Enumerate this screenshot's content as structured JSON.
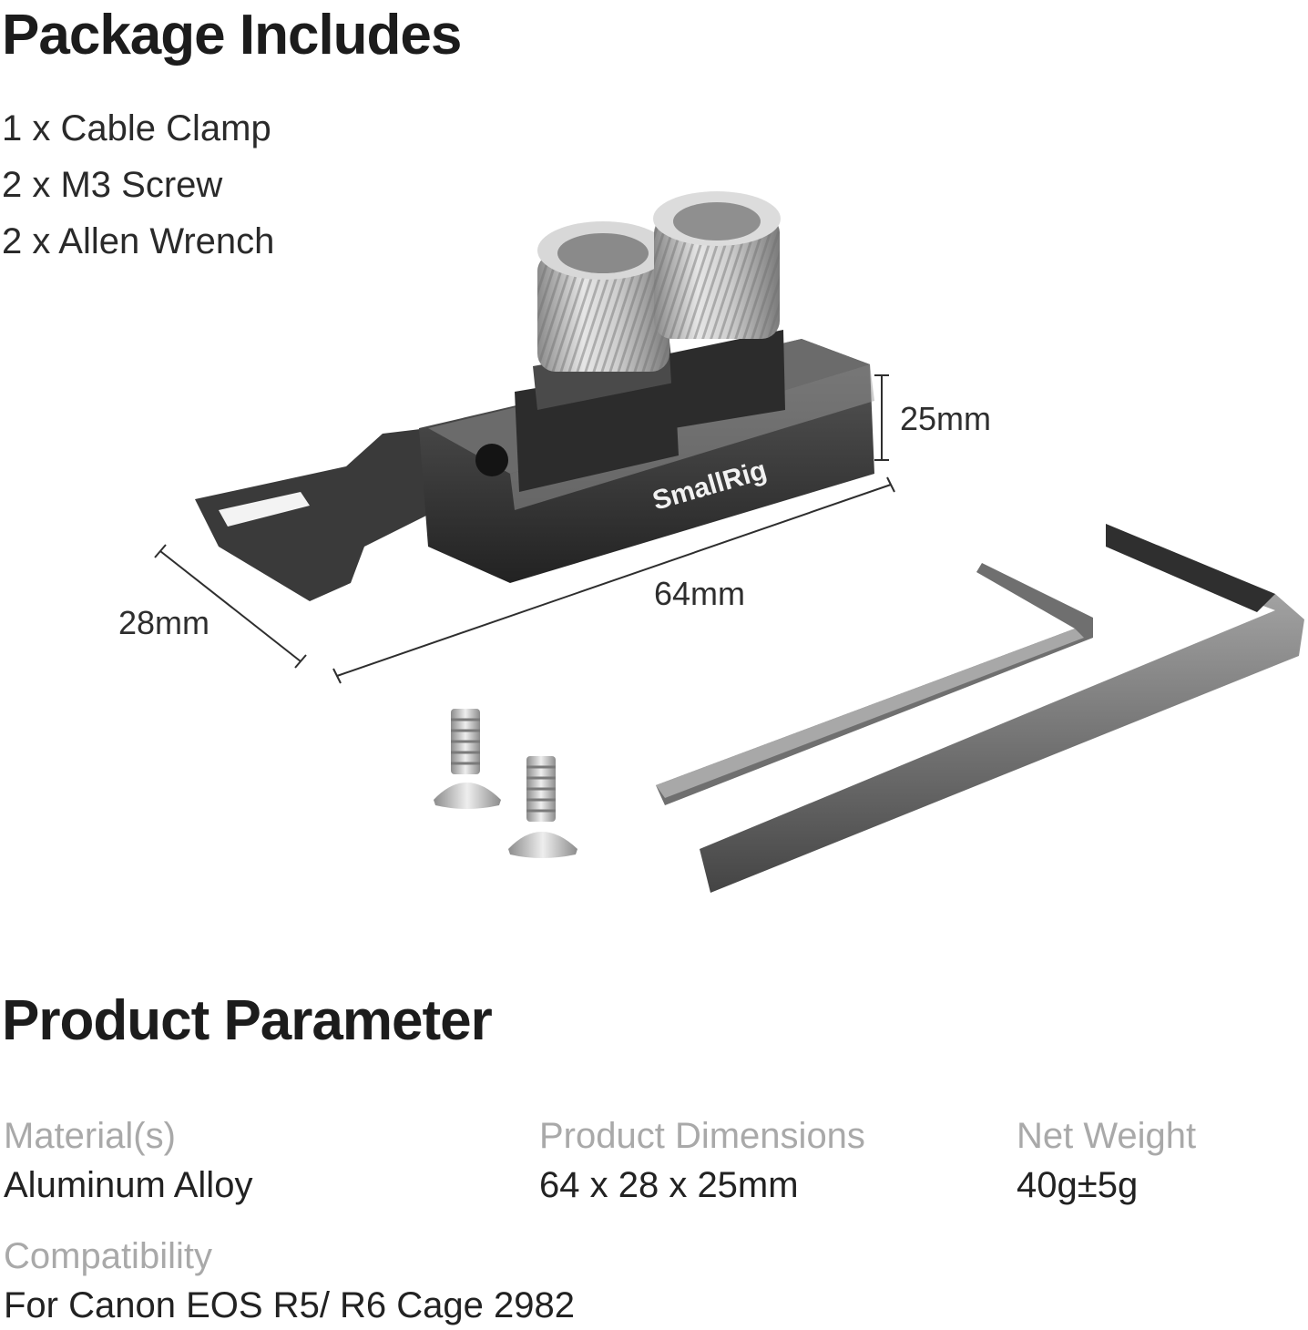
{
  "package": {
    "title": "Package Includes",
    "items": [
      "1 x Cable Clamp",
      "2 x M3 Screw",
      "2 x Allen Wrench"
    ]
  },
  "illustration": {
    "brand_logo": "SmallRig",
    "dim_height": "25mm",
    "dim_length": "64mm",
    "dim_width": "28mm"
  },
  "parameters": {
    "title": "Product Parameter",
    "material_label": "Material(s)",
    "material_value": "Aluminum Alloy",
    "dimensions_label": "Product Dimensions",
    "dimensions_value": "64 x 28 x 25mm",
    "weight_label": "Net Weight",
    "weight_value": "40g±5g",
    "compat_label": "Compatibility",
    "compat_value": "For Canon EOS R5/ R6 Cage 2982"
  }
}
